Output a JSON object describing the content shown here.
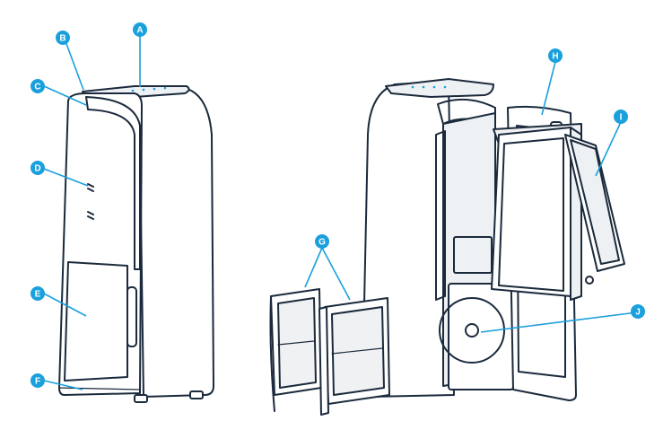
{
  "colors": {
    "accent": "#1aa0dc",
    "outline": "#1b2a3c",
    "badge_text": "#ffffff"
  },
  "callouts": [
    {
      "id": "a",
      "label": "A"
    },
    {
      "id": "b",
      "label": "B"
    },
    {
      "id": "c",
      "label": "C"
    },
    {
      "id": "d",
      "label": "D"
    },
    {
      "id": "e",
      "label": "E"
    },
    {
      "id": "f",
      "label": "F"
    },
    {
      "id": "g",
      "label": "G"
    },
    {
      "id": "h",
      "label": "H"
    },
    {
      "id": "i",
      "label": "I"
    },
    {
      "id": "j",
      "label": "J"
    }
  ]
}
